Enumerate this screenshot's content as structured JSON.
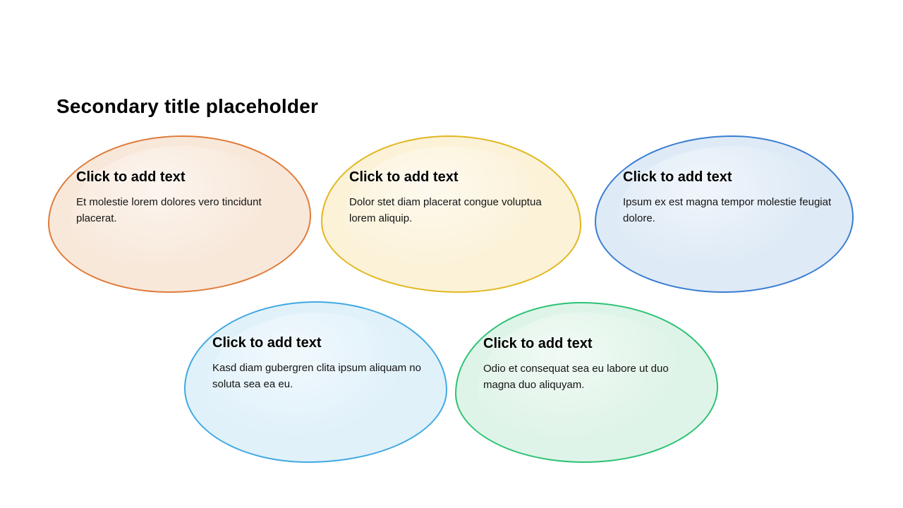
{
  "slide": {
    "title": "Secondary title placeholder",
    "background_color": "#FFFFFF",
    "text_color": "#000000",
    "bubbles": [
      {
        "id": "orange",
        "heading": "Click to add text",
        "body": "Et molestie lorem dolores vero tincidunt placerat.",
        "border_color": "#E07B39",
        "fill_color": "#F8E8DA"
      },
      {
        "id": "yellow",
        "heading": "Click to add text",
        "body": "Dolor stet diam placerat congue voluptua lorem aliquip.",
        "border_color": "#E2B71F",
        "fill_color": "#FBF2D8"
      },
      {
        "id": "blue",
        "heading": "Click to add text",
        "body": "Ipsum ex est magna tempor molestie feugiat dolore.",
        "border_color": "#3A7DD2",
        "fill_color": "#DEEAF6"
      },
      {
        "id": "sky-blue",
        "heading": "Click to add text",
        "body": "Kasd diam gubergren clita ipsum aliquam no soluta sea ea eu.",
        "border_color": "#41A9E2",
        "fill_color": "#E0F1FA"
      },
      {
        "id": "green",
        "heading": "Click to add text",
        "body": "Odio et consequat sea eu labore ut duo magna duo aliquyam.",
        "border_color": "#2BC274",
        "fill_color": "#DFF4E8"
      }
    ]
  }
}
